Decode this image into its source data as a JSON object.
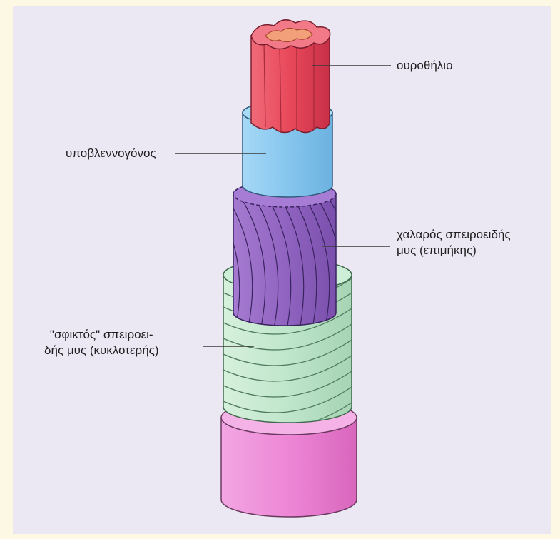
{
  "labels": {
    "urothelium": "ουροθήλιο",
    "submucosa": "υποβλεννογόνος",
    "loose_muscle": "χαλαρός σπειροειδής\nμυς (επιμήκης)",
    "tight_muscle": "\"σφικτός\" σπειροει-\nδής μυς (κυκλοτερής)"
  },
  "colors": {
    "background_frame": "#fdf8e4",
    "panel": "#ebe8f4",
    "urothelium": "#e8485a",
    "submucosa": "#86c6ee",
    "loose_muscle": "#9064c0",
    "tight_muscle": "#bfe6cb",
    "outer_layer": "#ee86d6",
    "leader_line": "#3a3a3a"
  }
}
